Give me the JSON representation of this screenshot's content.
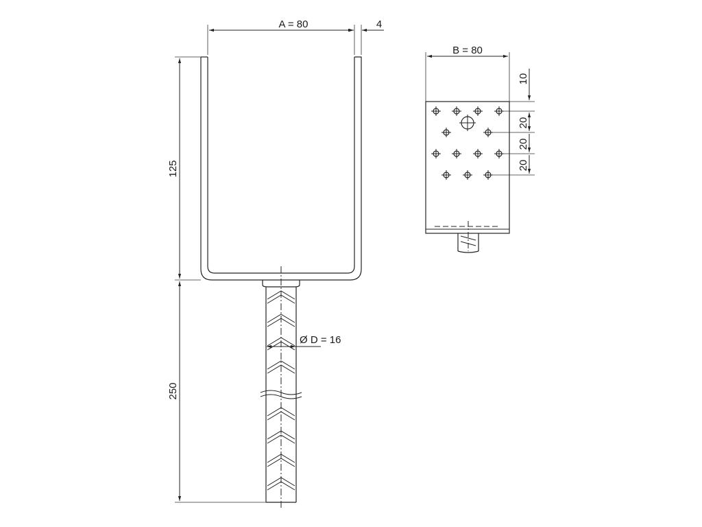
{
  "dims": {
    "a": "A = 80",
    "t": "4",
    "h_top": "125",
    "h_bot": "250",
    "b": "B = 80",
    "d": "Ø D = 16",
    "v10": "10",
    "v20a": "20",
    "v20b": "20",
    "v20c": "20"
  }
}
